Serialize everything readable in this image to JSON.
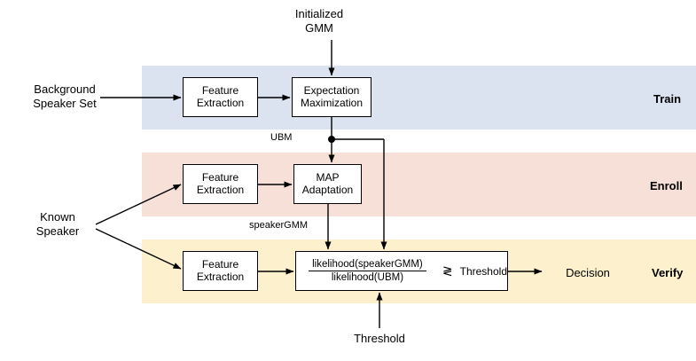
{
  "bands": [
    {
      "id": "train",
      "label": "Train"
    },
    {
      "id": "enroll",
      "label": "Enroll"
    },
    {
      "id": "verify",
      "label": "Verify"
    }
  ],
  "inputs": {
    "initialized_gmm": "Initialized\nGMM",
    "background_speaker_set": "Background\nSpeaker Set",
    "known_speaker": "Known\nSpeaker",
    "threshold_input": "Threshold"
  },
  "outputs": {
    "decision": "Decision"
  },
  "boxes": {
    "feature_extraction_train": "Feature\nExtraction",
    "expectation_maximization": "Expectation\nMaximization",
    "feature_extraction_enroll": "Feature\nExtraction",
    "map_adaptation": "MAP\nAdaptation",
    "feature_extraction_verify": "Feature\nExtraction",
    "ratio_numerator": "likelihood(speakerGMM)",
    "ratio_denominator": "likelihood(UBM)",
    "comparison_symbol": "≷",
    "threshold_label": "Threshold"
  },
  "edge_labels": {
    "ubm": "UBM",
    "speaker_gmm": "speakerGMM"
  },
  "colors": {
    "train_band": "#dbe2f0",
    "enroll_band": "#f7e0d8",
    "verify_band": "#fdf0cd",
    "box_fill": "#ffffff",
    "stroke": "#000000",
    "background": "#ffffff"
  }
}
